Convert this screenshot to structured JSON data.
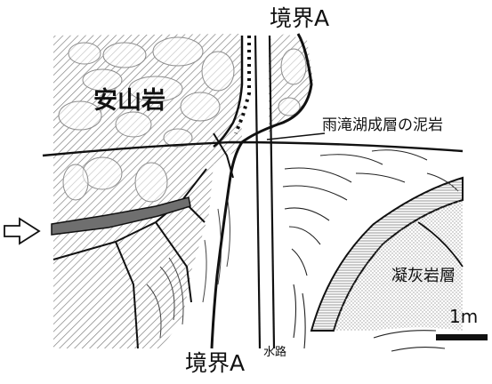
{
  "labels": {
    "andesite": "安山岩",
    "boundary_top": "境界A",
    "boundary_bottom": "境界A",
    "mudstone": "雨滝湖成層の泥岩",
    "tuff": "凝灰岩層",
    "waterway": "水路",
    "scale": "1m"
  },
  "colors": {
    "line": "#111111",
    "hatch": "#7a7a7a",
    "stipple": "#9a9a9a",
    "clast": "#8c8c8c",
    "dark_band": "#6f6f6f",
    "background": "#ffffff"
  },
  "icons": {
    "arrow": "right-arrow-outline-icon"
  }
}
